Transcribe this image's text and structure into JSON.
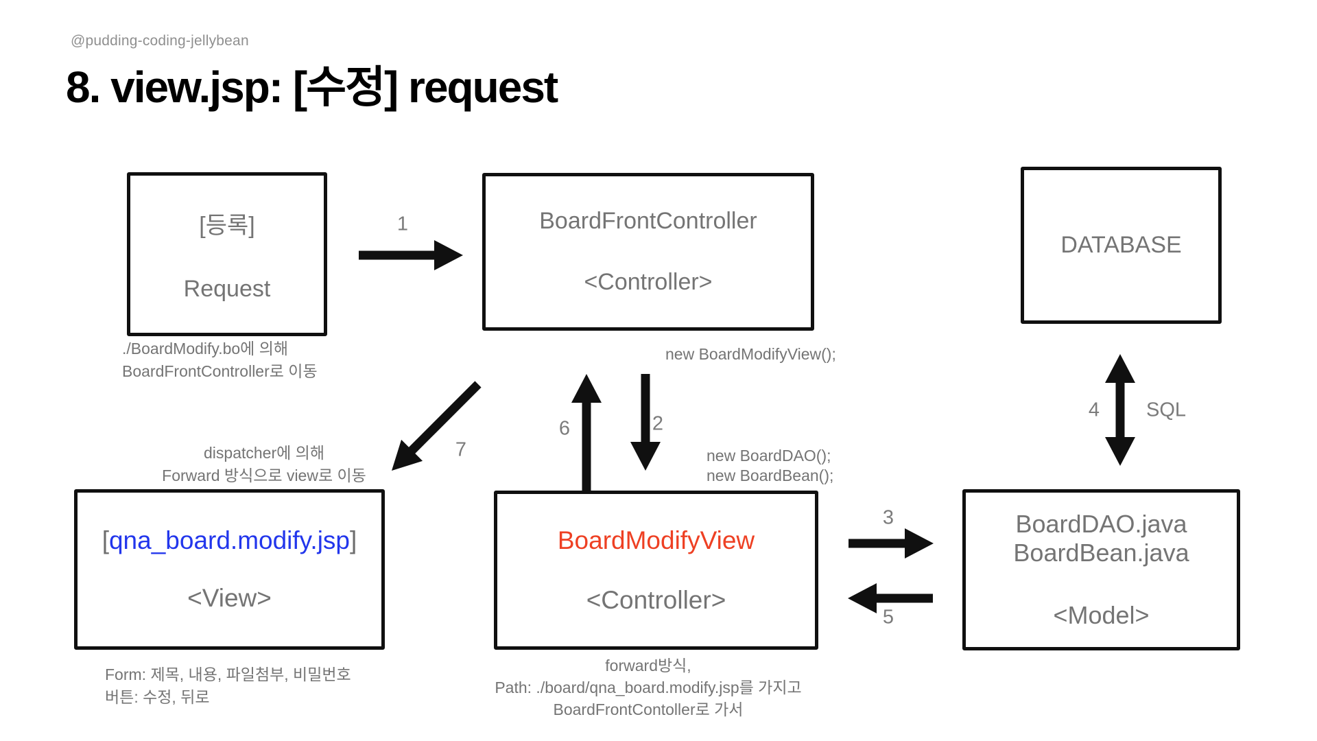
{
  "header": {
    "handle": "@pudding-coding-jellybean",
    "title": "8. view.jsp: [수정] request"
  },
  "boxes": {
    "request": {
      "title": "[등록]",
      "subtitle": "Request"
    },
    "front_controller": {
      "title": "BoardFrontController",
      "subtitle": "<Controller>"
    },
    "database": {
      "title": "DATABASE"
    },
    "view": {
      "bracket_open": "[",
      "title": "qna_board.modify.jsp",
      "bracket_close": "]",
      "subtitle": "<View>"
    },
    "modify_view": {
      "title": "BoardModifyView",
      "subtitle": "<Controller>"
    },
    "model": {
      "title_line1": "BoardDAO.java",
      "title_line2": "BoardBean.java",
      "subtitle": "<Model>"
    }
  },
  "annotations": {
    "request_note": [
      "./BoardModify.bo에 의해",
      "BoardFrontController로 이동"
    ],
    "new_modify_view": "new BoardModifyView();",
    "dispatcher_note": [
      "dispatcher에 의해",
      "Forward 방식으로 view로 이동"
    ],
    "new_dao_bean": [
      "new BoardDAO();",
      "new BoardBean();"
    ],
    "form_note": [
      "Form: 제목, 내용, 파일첨부, 비밀번호",
      "버튼: 수정, 뒤로"
    ],
    "forward_note": [
      "forward방식,",
      "Path: ./board/qna_board.modify.jsp를 가지고",
      "BoardFrontContoller로 가서"
    ]
  },
  "arrows": {
    "step1": "1",
    "step2": "2",
    "step3": "3",
    "step4": "4",
    "step5": "5",
    "step6": "6",
    "step7": "7",
    "sql_label": "SQL"
  },
  "colors": {
    "accent_blue": "#2236ec",
    "accent_red": "#ee4023",
    "text_gray": "#747474",
    "line_black": "#101010"
  }
}
